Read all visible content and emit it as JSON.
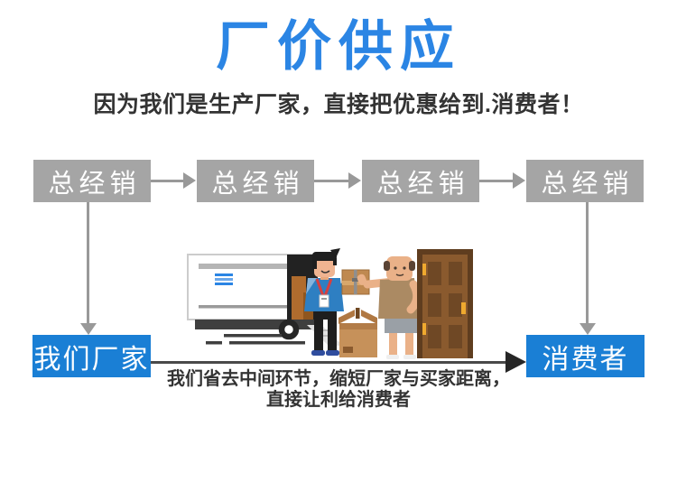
{
  "header": {
    "title": "厂价供应",
    "subtitle": "因为我们是生产厂家，直接把优惠给到.消费者！"
  },
  "flow": {
    "distributors": [
      {
        "label": "总经销"
      },
      {
        "label": "总经销"
      },
      {
        "label": "总经销"
      },
      {
        "label": "总经销"
      }
    ],
    "factory": {
      "label": "我们厂家"
    },
    "consumer": {
      "label": "消费者"
    }
  },
  "illustration": {
    "name": "delivery-scene",
    "elements": [
      "delivery-truck",
      "courier-with-package",
      "cardboard-box",
      "customer",
      "house-door"
    ]
  },
  "footer": {
    "line1": "我们省去中间环节，缩短厂家与买家距离，",
    "line2": "直接让利给消费者"
  },
  "colors": {
    "title_blue": "#2b85e4",
    "distributor_gray": "#a5a5a5",
    "flow_blue": "#1a7fd5",
    "arrow_gray": "#999999",
    "connector_dark": "#4a4a4a",
    "connector_head": "#262626",
    "text_dark": "#333333"
  }
}
